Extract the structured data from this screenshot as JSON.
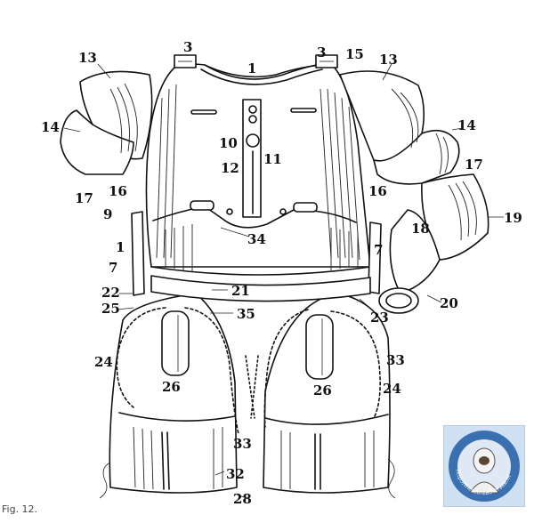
{
  "labels": [
    "1",
    "1",
    "3",
    "3",
    "15",
    "13",
    "13",
    "14",
    "14",
    "17",
    "17",
    "16",
    "16",
    "9",
    "10",
    "11",
    "12",
    "7",
    "7",
    "18",
    "19",
    "20",
    "21",
    "22",
    "23",
    "25",
    "35",
    "34",
    "24",
    "24",
    "26",
    "26",
    "33",
    "33",
    "32",
    "28"
  ],
  "watermark": {
    "text": "http://therebreathersite.nl",
    "color": "#3a6fb0"
  },
  "caption": "Fig. 12."
}
